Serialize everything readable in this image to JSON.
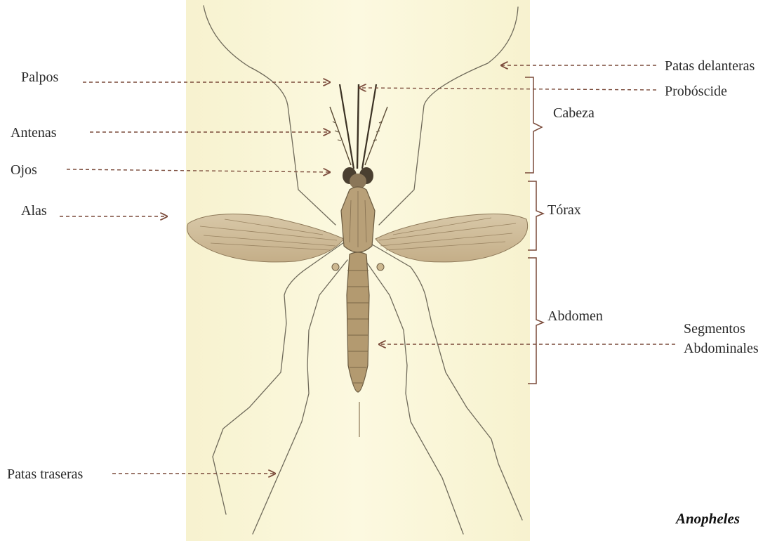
{
  "species_name": "Anopheles",
  "labels": {
    "palpos": "Palpos",
    "antenas": "Antenas",
    "ojos": "Ojos",
    "alas": "Alas",
    "patas_traseras": "Patas traseras",
    "patas_delanteras": "Patas delanteras",
    "proboscide": "Probóscide",
    "cabeza": "Cabeza",
    "torax": "Tórax",
    "abdomen": "Abdomen",
    "segmentos_1": "Segmentos",
    "segmentos_2": "Abdominales"
  },
  "colors": {
    "background_panel": "#faf6d3",
    "leader_lines": "#7a4a3a",
    "body": "#b8a078",
    "wings": "#d4c2a4",
    "legs": "#6f6a5a"
  }
}
